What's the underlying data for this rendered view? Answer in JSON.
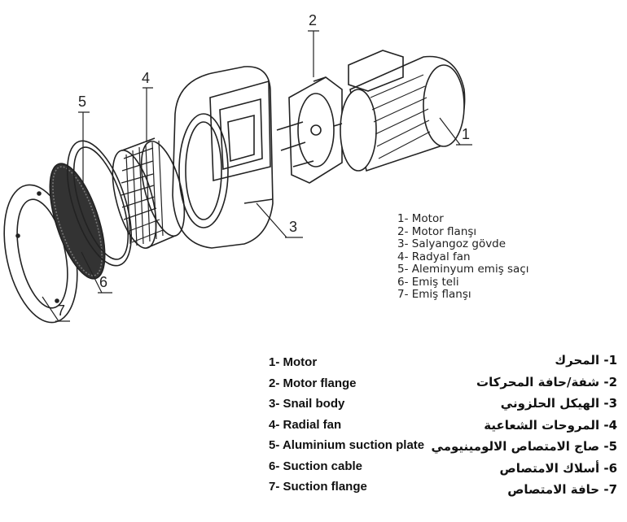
{
  "callouts": [
    "1",
    "2",
    "3",
    "4",
    "5",
    "6",
    "7"
  ],
  "turkish_legend": [
    "1- Motor",
    "2- Motor flanşı",
    "3- Salyangoz gövde",
    "4- Radyal fan",
    "5- Aleminyum emiş saçı",
    "6- Emiş teli",
    "7- Emiş flanşı"
  ],
  "english_legend": [
    "1- Motor",
    "2- Motor flange",
    "3- Snail body",
    "4-  Radial fan",
    "5-  Aluminium suction plate",
    "6-  Suction cable",
    "7-  Suction flange"
  ],
  "arabic_legend": [
    "1- المحرك",
    "2- شفة/حافة المحركات",
    "3- الهيكل الحلزوني",
    "4- المروحات الشعاعية",
    "5- صاج الامتصاص الالومينيومي",
    "6- أسلاك الامتصاص",
    "7-  حافة الامتصاص"
  ]
}
